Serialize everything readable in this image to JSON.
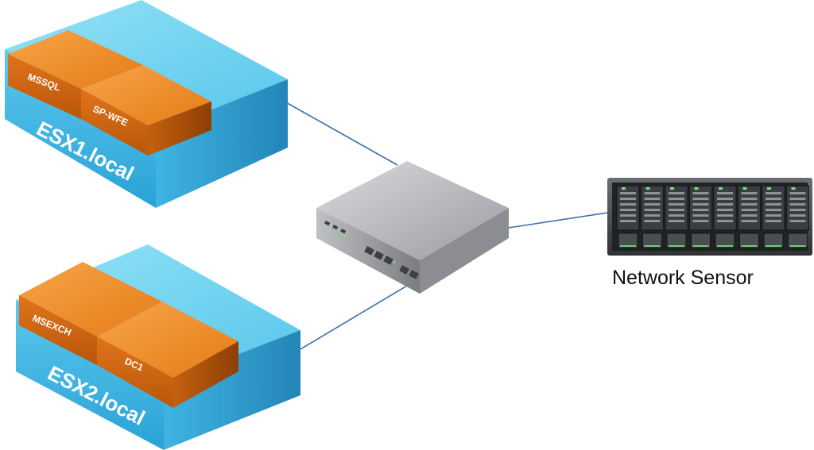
{
  "hosts": [
    {
      "name": "ESX1.local",
      "vms": [
        "MSSQL",
        "SP-WFE"
      ]
    },
    {
      "name": "ESX2.local",
      "vms": [
        "MSEXCH",
        "DC1"
      ]
    }
  ],
  "sensor": {
    "label": "Network Sensor"
  },
  "colors": {
    "host_top": "#6fd3ef",
    "host_front": "#3ab2e0",
    "host_side": "#2a93c4",
    "vm_top": "#f08a24",
    "vm_front": "#d2640c",
    "vm_side": "#a84c08",
    "link": "#3a6fb0"
  }
}
